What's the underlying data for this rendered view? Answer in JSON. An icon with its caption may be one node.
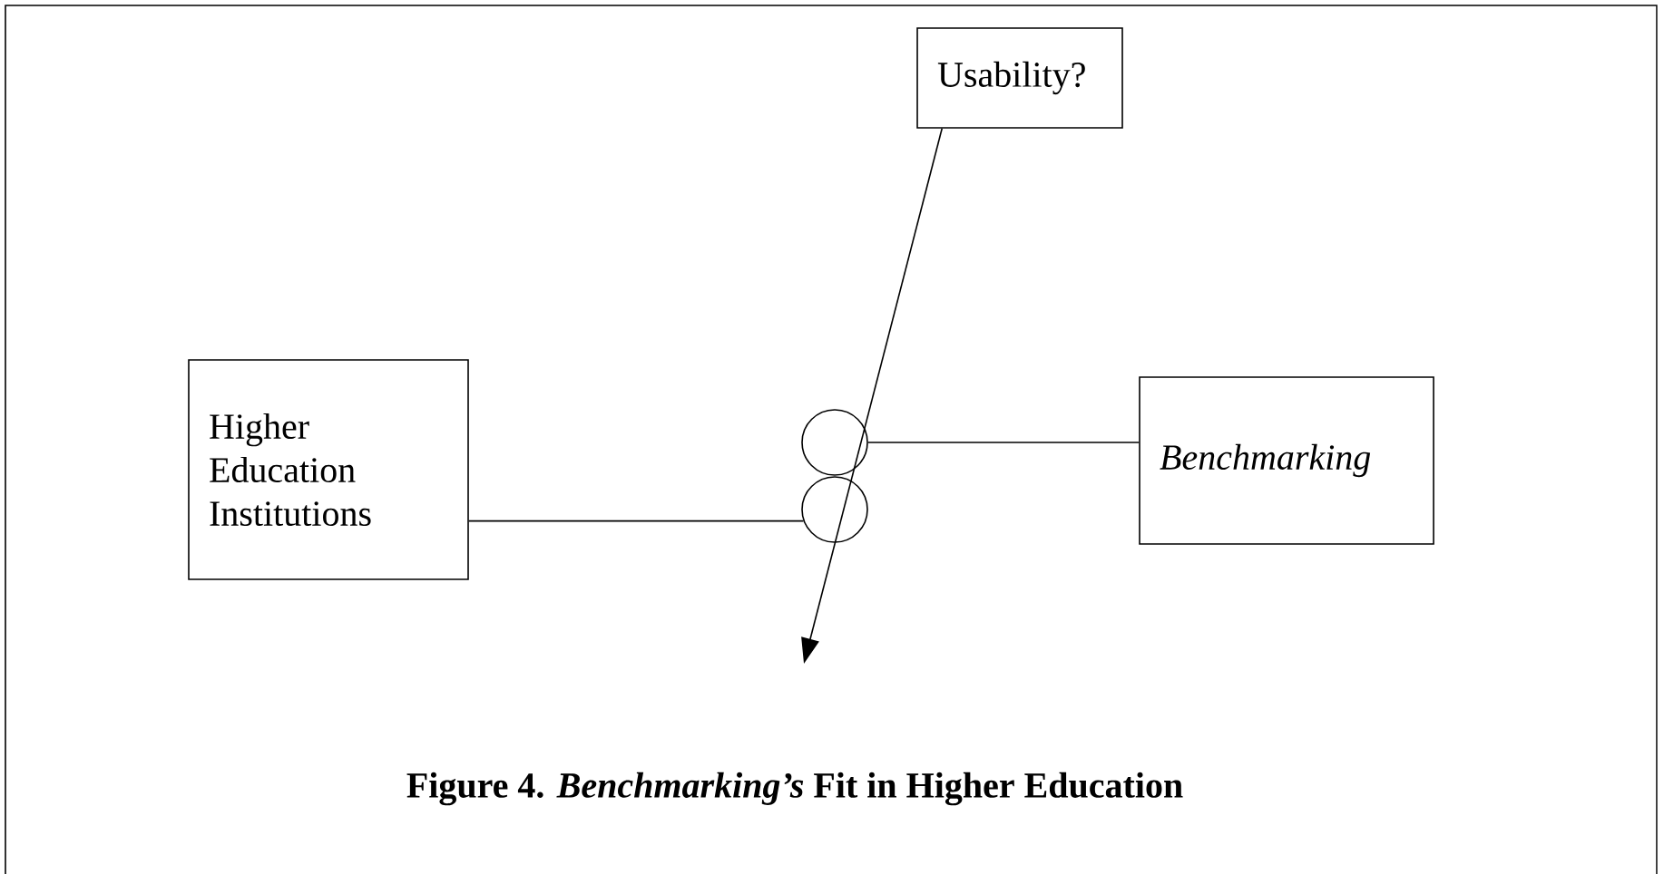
{
  "diagram": {
    "caption": "Figure 4.  *Benchmarking’s* Fit in Higher Education",
    "nodes": [
      {
        "text": [
          "Usability?"
        ]
      },
      {
        "text": [
          "Higher Education Institutions"
        ]
      },
      {
        "text": [
          "Benchmarking"
        ]
      },
      {
        "text": [],
        "shape": "circle"
      },
      {
        "text": [],
        "shape": "circle"
      }
    ],
    "edges": [
      {
        "from": 1,
        "to": 4,
        "arrow": "none"
      },
      {
        "from": 2,
        "to": 3,
        "arrow": "none"
      },
      {
        "from": 0,
        "to": null,
        "arrow": "to"
      }
    ]
  }
}
